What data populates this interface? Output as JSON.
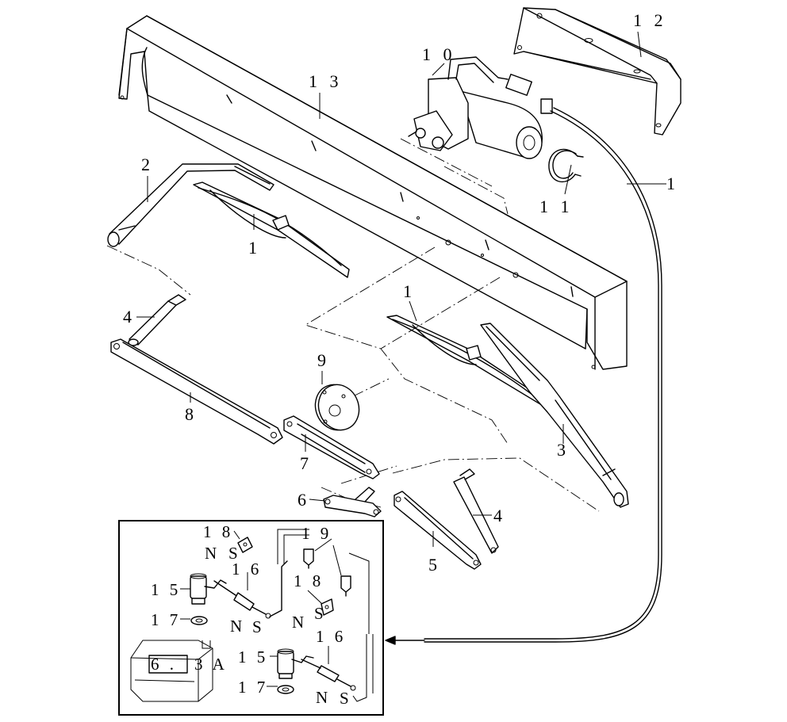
{
  "callouts": {
    "c1_hose": "1",
    "c1_blade_left": "1",
    "c1_blade_right": "1",
    "c2": "2",
    "c3": "3",
    "c4_left": "4",
    "c4_right": "4",
    "c5": "5",
    "c6": "6",
    "c7": "7",
    "c8": "8",
    "c9": "9",
    "c10": "1 0",
    "c11": "1 1",
    "c12": "1 2",
    "c13": "1 3"
  },
  "inset": {
    "c15_top": "1 5",
    "c15_bottom": "1 5",
    "c16_top": "1 6",
    "c16_bottom": "1 6",
    "c17_top": "1 7",
    "c17_bottom": "1 7",
    "c18_top": "1 8",
    "c18_mid": "1 8",
    "c19": "1 9",
    "n_top": "N",
    "s_top": "S",
    "n_mid": "N",
    "s_mid": "S",
    "n_mid2": "N",
    "n_bottom": "N",
    "s_bottom": "S",
    "ref_box": "6 .",
    "ref_code": "3 A"
  },
  "colors": {
    "line": "#000000",
    "background": "#ffffff"
  }
}
